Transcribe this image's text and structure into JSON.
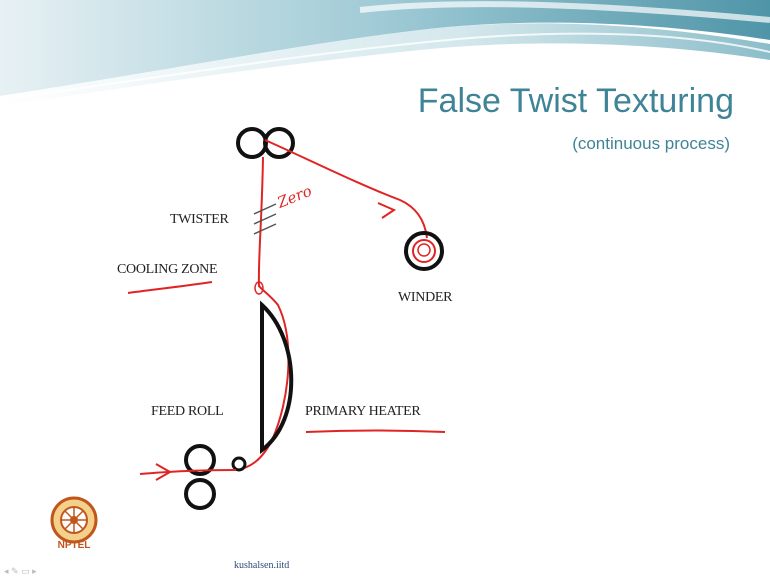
{
  "slide": {
    "title": "False Twist Texturing",
    "subtitle": "(continuous process)"
  },
  "labels": {
    "twister": "TWISTER",
    "cooling_zone": "COOLING ZONE",
    "winder": "WINDER",
    "feed_roll": "FEED ROLL",
    "primary_heater": "PRIMARY HEATER"
  },
  "annotations": {
    "handwritten": "Zero"
  },
  "footer": {
    "logo_text": "NPTEL",
    "watermark": "kushalsen.iitd"
  },
  "colors": {
    "title": "#3f8496",
    "ink": "#111111",
    "annotation": "#e02424",
    "banner": "#5aa2b3"
  }
}
